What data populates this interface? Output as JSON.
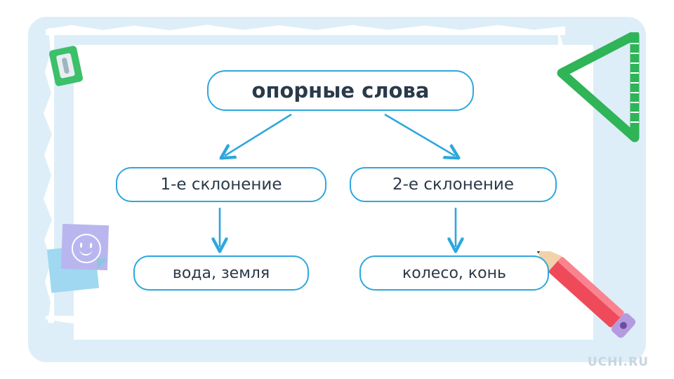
{
  "slide": {
    "background_color": "#ddeef8",
    "paper_color": "#ffffff",
    "accent_color": "#2ea7dd",
    "text_color": "#2b3a4a",
    "logo": "UCHI.RU"
  },
  "diagram": {
    "type": "tree",
    "root": {
      "label": "опорные слова"
    },
    "level1": [
      {
        "label": "1-е склонение"
      },
      {
        "label": "2-е склонение"
      }
    ],
    "level2": [
      {
        "label": "вода, земля"
      },
      {
        "label": "колесо, конь"
      }
    ],
    "connections": [
      {
        "from": "опорные слова",
        "to": "1-е склонение"
      },
      {
        "from": "опорные слова",
        "to": "2-е склонение"
      },
      {
        "from": "1-е склонение",
        "to": "вода, земля"
      },
      {
        "from": "2-е склонение",
        "to": "колесо, конь"
      }
    ]
  },
  "decorations": {
    "sharpener": "pencil-sharpener",
    "sticky_notes": "sticky-notes-with-smiley",
    "triangle_ruler": "green-triangle-ruler",
    "pencil": "red-pencil"
  }
}
